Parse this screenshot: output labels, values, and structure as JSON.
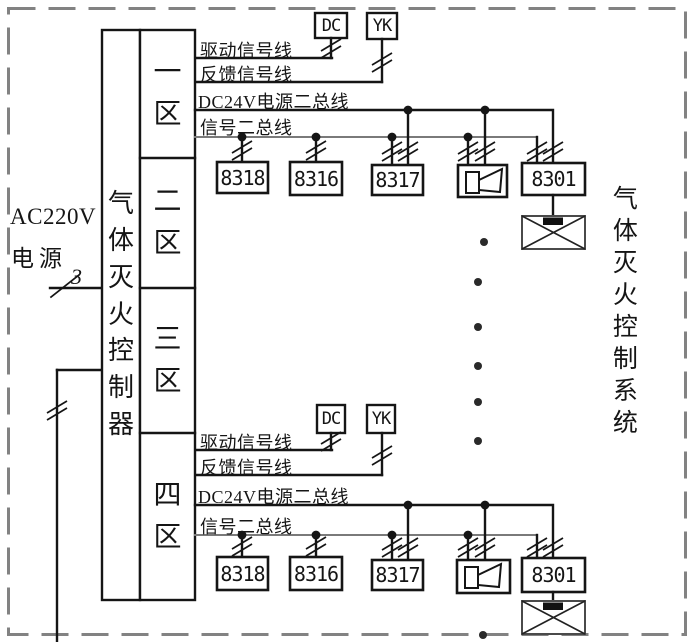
{
  "right_title": "气体灭火控制系统",
  "controller": {
    "label": "气体灭火控制器"
  },
  "zones": [
    {
      "label": "一区"
    },
    {
      "label": "二区"
    },
    {
      "label": "三区"
    },
    {
      "label": "四区"
    }
  ],
  "left_power": {
    "line1": "AC220V",
    "line2": "电源",
    "wire_count": "3"
  },
  "sections": {
    "top": {
      "drive_line": "驱动信号线",
      "feedback_line": "反馈信号线",
      "power_bus": "DC24V电源二总线",
      "signal_bus": "信号二总线",
      "dc_module": "DC",
      "yk_module": "YK",
      "devices": {
        "d1": "8318",
        "d2": "8316",
        "d3": "8317",
        "d4": "8301"
      }
    },
    "bottom": {
      "drive_line": "驱动信号线",
      "feedback_line": "反馈信号线",
      "power_bus": "DC24V电源二总线",
      "signal_bus": "信号二总线",
      "dc_module": "DC",
      "yk_module": "YK",
      "devices": {
        "d1": "8318",
        "d2": "8316",
        "d3": "8317",
        "d4": "8301"
      }
    }
  },
  "icons": {
    "speaker": "horn-sounder-icon",
    "valve": "crossed-box-release-icon",
    "continuation": "vertical-ellipsis-dots",
    "wire_mark": "double-slash-wire-break"
  },
  "colors": {
    "line": "#151515",
    "signal_bus_gray": "#7a7a7a",
    "border_dash": "#828282",
    "background": "#ffffff"
  }
}
